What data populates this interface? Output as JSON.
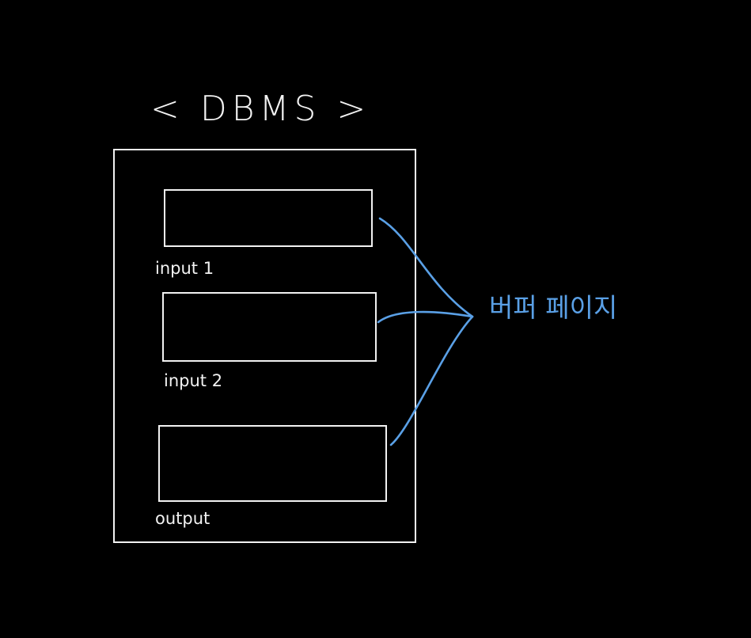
{
  "diagram": {
    "title": "< DBMS >",
    "blocks": [
      {
        "label": "input 1"
      },
      {
        "label": "input 2"
      },
      {
        "label": "output"
      }
    ],
    "annotation": "버퍼 페이지"
  },
  "colors": {
    "background": "#000000",
    "stroke": "#f2f2f2",
    "annotation": "#5aa0e6"
  }
}
